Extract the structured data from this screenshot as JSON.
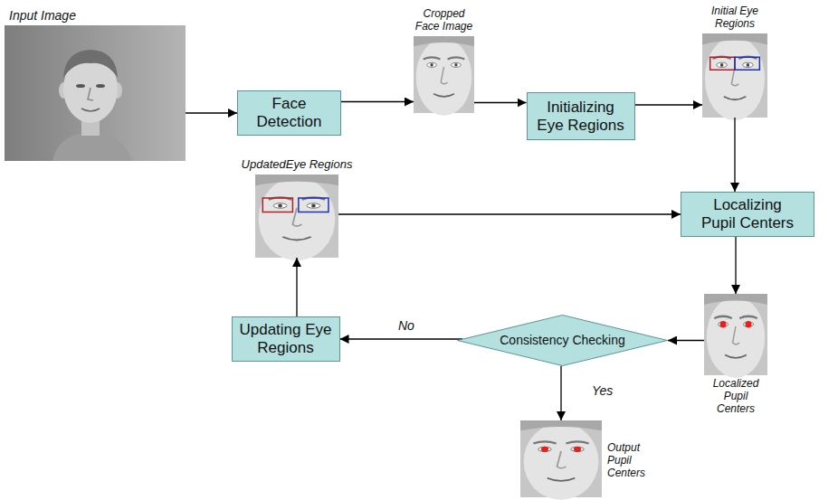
{
  "diagram": {
    "nodes": [
      {
        "text": [
          "Input Image"
        ]
      },
      {
        "text": [
          "Face Detection"
        ]
      },
      {
        "text": [
          "Cropped Face Image"
        ]
      },
      {
        "text": [
          "Initializing Eye Regions"
        ]
      },
      {
        "text": [
          "Initial Eye Regions"
        ]
      },
      {
        "text": [
          "Localizing Pupil Centers"
        ]
      },
      {
        "text": [
          "Localized Pupil Centers"
        ]
      },
      {
        "text": [
          "Consistency Checking"
        ]
      },
      {
        "text": [
          "Updating Eye Regions"
        ]
      },
      {
        "text": [
          "UpdatedEye Regions"
        ]
      },
      {
        "text": [
          "Output Pupil Centers"
        ]
      }
    ],
    "edges": [
      {
        "from": 0,
        "to": 1,
        "arrow": "to"
      },
      {
        "from": 1,
        "to": 2,
        "arrow": "to"
      },
      {
        "from": 2,
        "to": 3,
        "arrow": "to"
      },
      {
        "from": 3,
        "to": 4,
        "arrow": "to"
      },
      {
        "from": 4,
        "to": 5,
        "arrow": "to"
      },
      {
        "from": 5,
        "to": 6,
        "arrow": "to"
      },
      {
        "from": 6,
        "to": 7,
        "arrow": "to"
      },
      {
        "from": 7,
        "to": 8,
        "label": "No",
        "arrow": "to"
      },
      {
        "from": 8,
        "to": 9,
        "arrow": "to"
      },
      {
        "from": 9,
        "to": 5,
        "arrow": "to"
      },
      {
        "from": 7,
        "to": 10,
        "label": "Yes",
        "arrow": "to"
      }
    ]
  }
}
